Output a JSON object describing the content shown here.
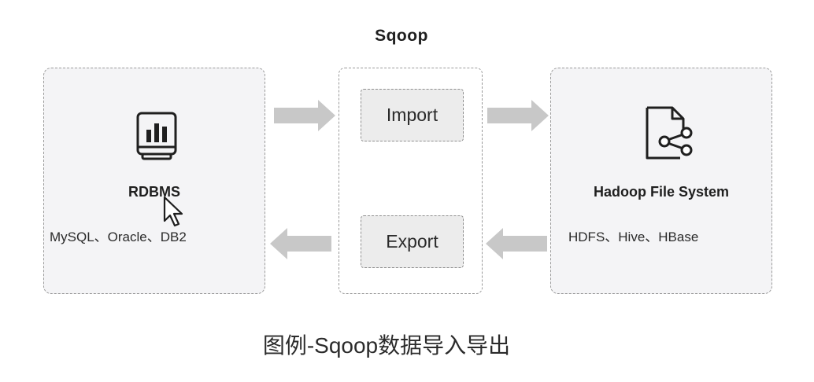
{
  "diagram": {
    "title": "Sqoop",
    "source": {
      "name": "RDBMS",
      "examples": "MySQL、Oracle、DB2",
      "icon": "database-chart-icon"
    },
    "middle": {
      "import_label": "Import",
      "export_label": "Export"
    },
    "target": {
      "name": "Hadoop File System",
      "examples": "HDFS、Hive、HBase",
      "icon": "file-share-icon"
    },
    "caption": "图例-Sqoop数据导入导出",
    "colors": {
      "panel_fill": "#f4f4f6",
      "border": "#9a9a9a",
      "arrow": "#c8c8c8",
      "icon": "#1f1f1f"
    }
  }
}
